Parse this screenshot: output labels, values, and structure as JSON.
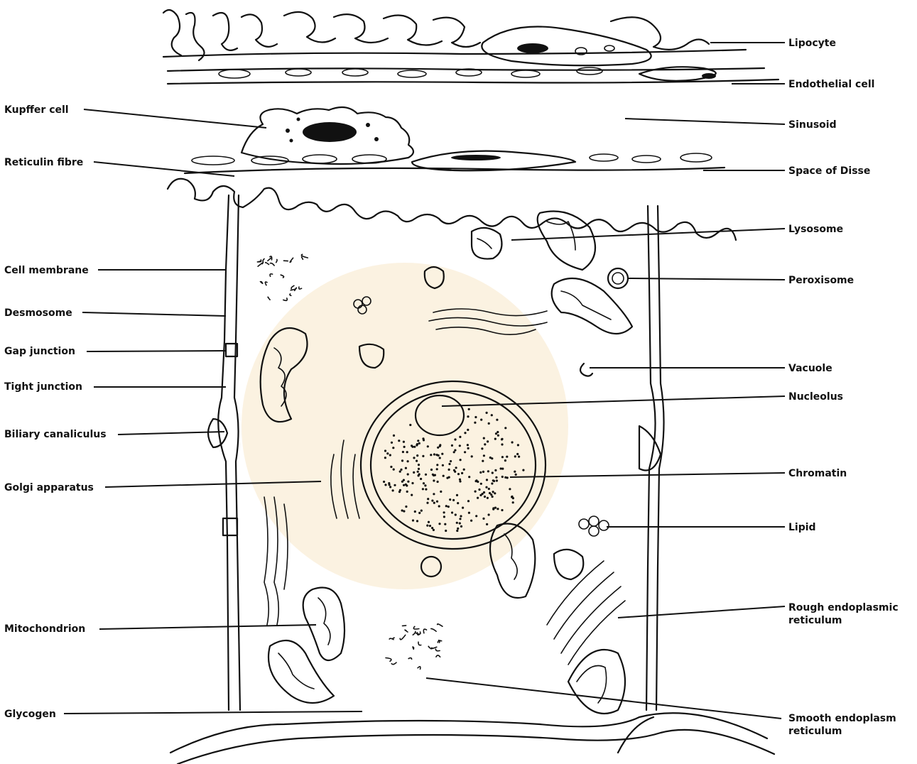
{
  "labels_left": [
    {
      "id": "kupffer-cell",
      "text": "Kupffer cell"
    },
    {
      "id": "reticulin-fibre",
      "text": "Reticulin fibre"
    },
    {
      "id": "cell-membrane",
      "text": "Cell membrane"
    },
    {
      "id": "desmosome",
      "text": "Desmosome"
    },
    {
      "id": "gap-junction",
      "text": "Gap junction"
    },
    {
      "id": "tight-junction",
      "text": "Tight junction"
    },
    {
      "id": "biliary-canaliculus",
      "text": "Biliary canaliculus"
    },
    {
      "id": "golgi-apparatus",
      "text": "Golgi apparatus"
    },
    {
      "id": "mitochondrion",
      "text": "Mitochondrion"
    },
    {
      "id": "glycogen",
      "text": "Glycogen"
    }
  ],
  "labels_right": [
    {
      "id": "lipocyte",
      "text": "Lipocyte"
    },
    {
      "id": "endothelial-cell",
      "text": "Endothelial cell"
    },
    {
      "id": "sinusoid",
      "text": "Sinusoid"
    },
    {
      "id": "space-of-disse",
      "text": "Space of Disse"
    },
    {
      "id": "lysosome",
      "text": "Lysosome"
    },
    {
      "id": "peroxisome",
      "text": "Peroxisome"
    },
    {
      "id": "vacuole",
      "text": "Vacuole"
    },
    {
      "id": "nucleolus",
      "text": "Nucleolus"
    },
    {
      "id": "chromatin",
      "text": "Chromatin"
    },
    {
      "id": "lipid",
      "text": "Lipid"
    },
    {
      "id": "rough-er",
      "text": "Rough endoplasmic",
      "text2": "reticulum"
    },
    {
      "id": "smooth-er",
      "text": "Smooth endoplasm",
      "text2": "reticulum"
    }
  ]
}
